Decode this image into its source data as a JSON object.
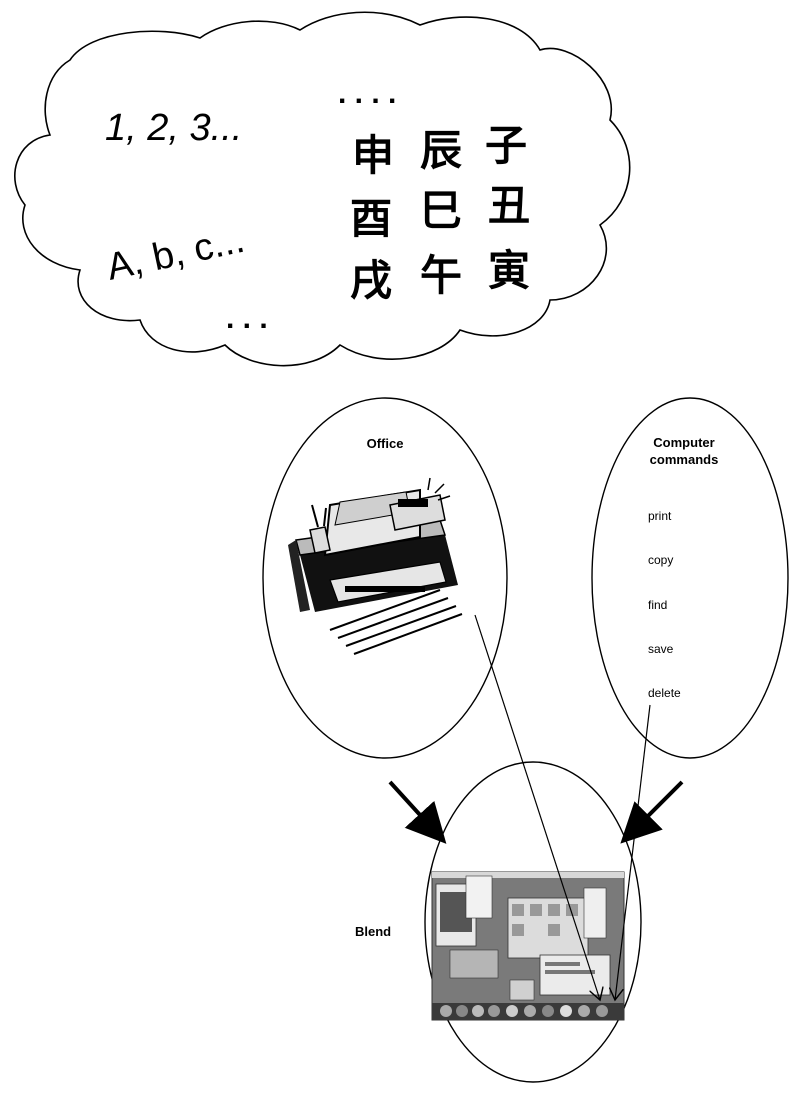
{
  "cloud": {
    "numbers": "1, 2, 3...",
    "letters": "A, b, c...",
    "dots_top": ". . . .",
    "dots_bottom": ". . .",
    "chars": [
      "申",
      "辰",
      "子",
      "酉",
      "巳",
      "丑",
      "戌",
      "午",
      "寅"
    ]
  },
  "office": {
    "title": "Office"
  },
  "commands": {
    "title_line1": "Computer",
    "title_line2": "commands",
    "items": [
      "print",
      "copy",
      "find",
      "save",
      "delete"
    ]
  },
  "blend": {
    "label": "Blend"
  },
  "colors": {
    "ink": "#000000",
    "paper": "#ffffff",
    "screen_gray": "#7a7a7a"
  },
  "icons": {
    "office": "desk-fax-clipart-icon",
    "screenshot": "mac-desktop-screenshot-icon"
  }
}
